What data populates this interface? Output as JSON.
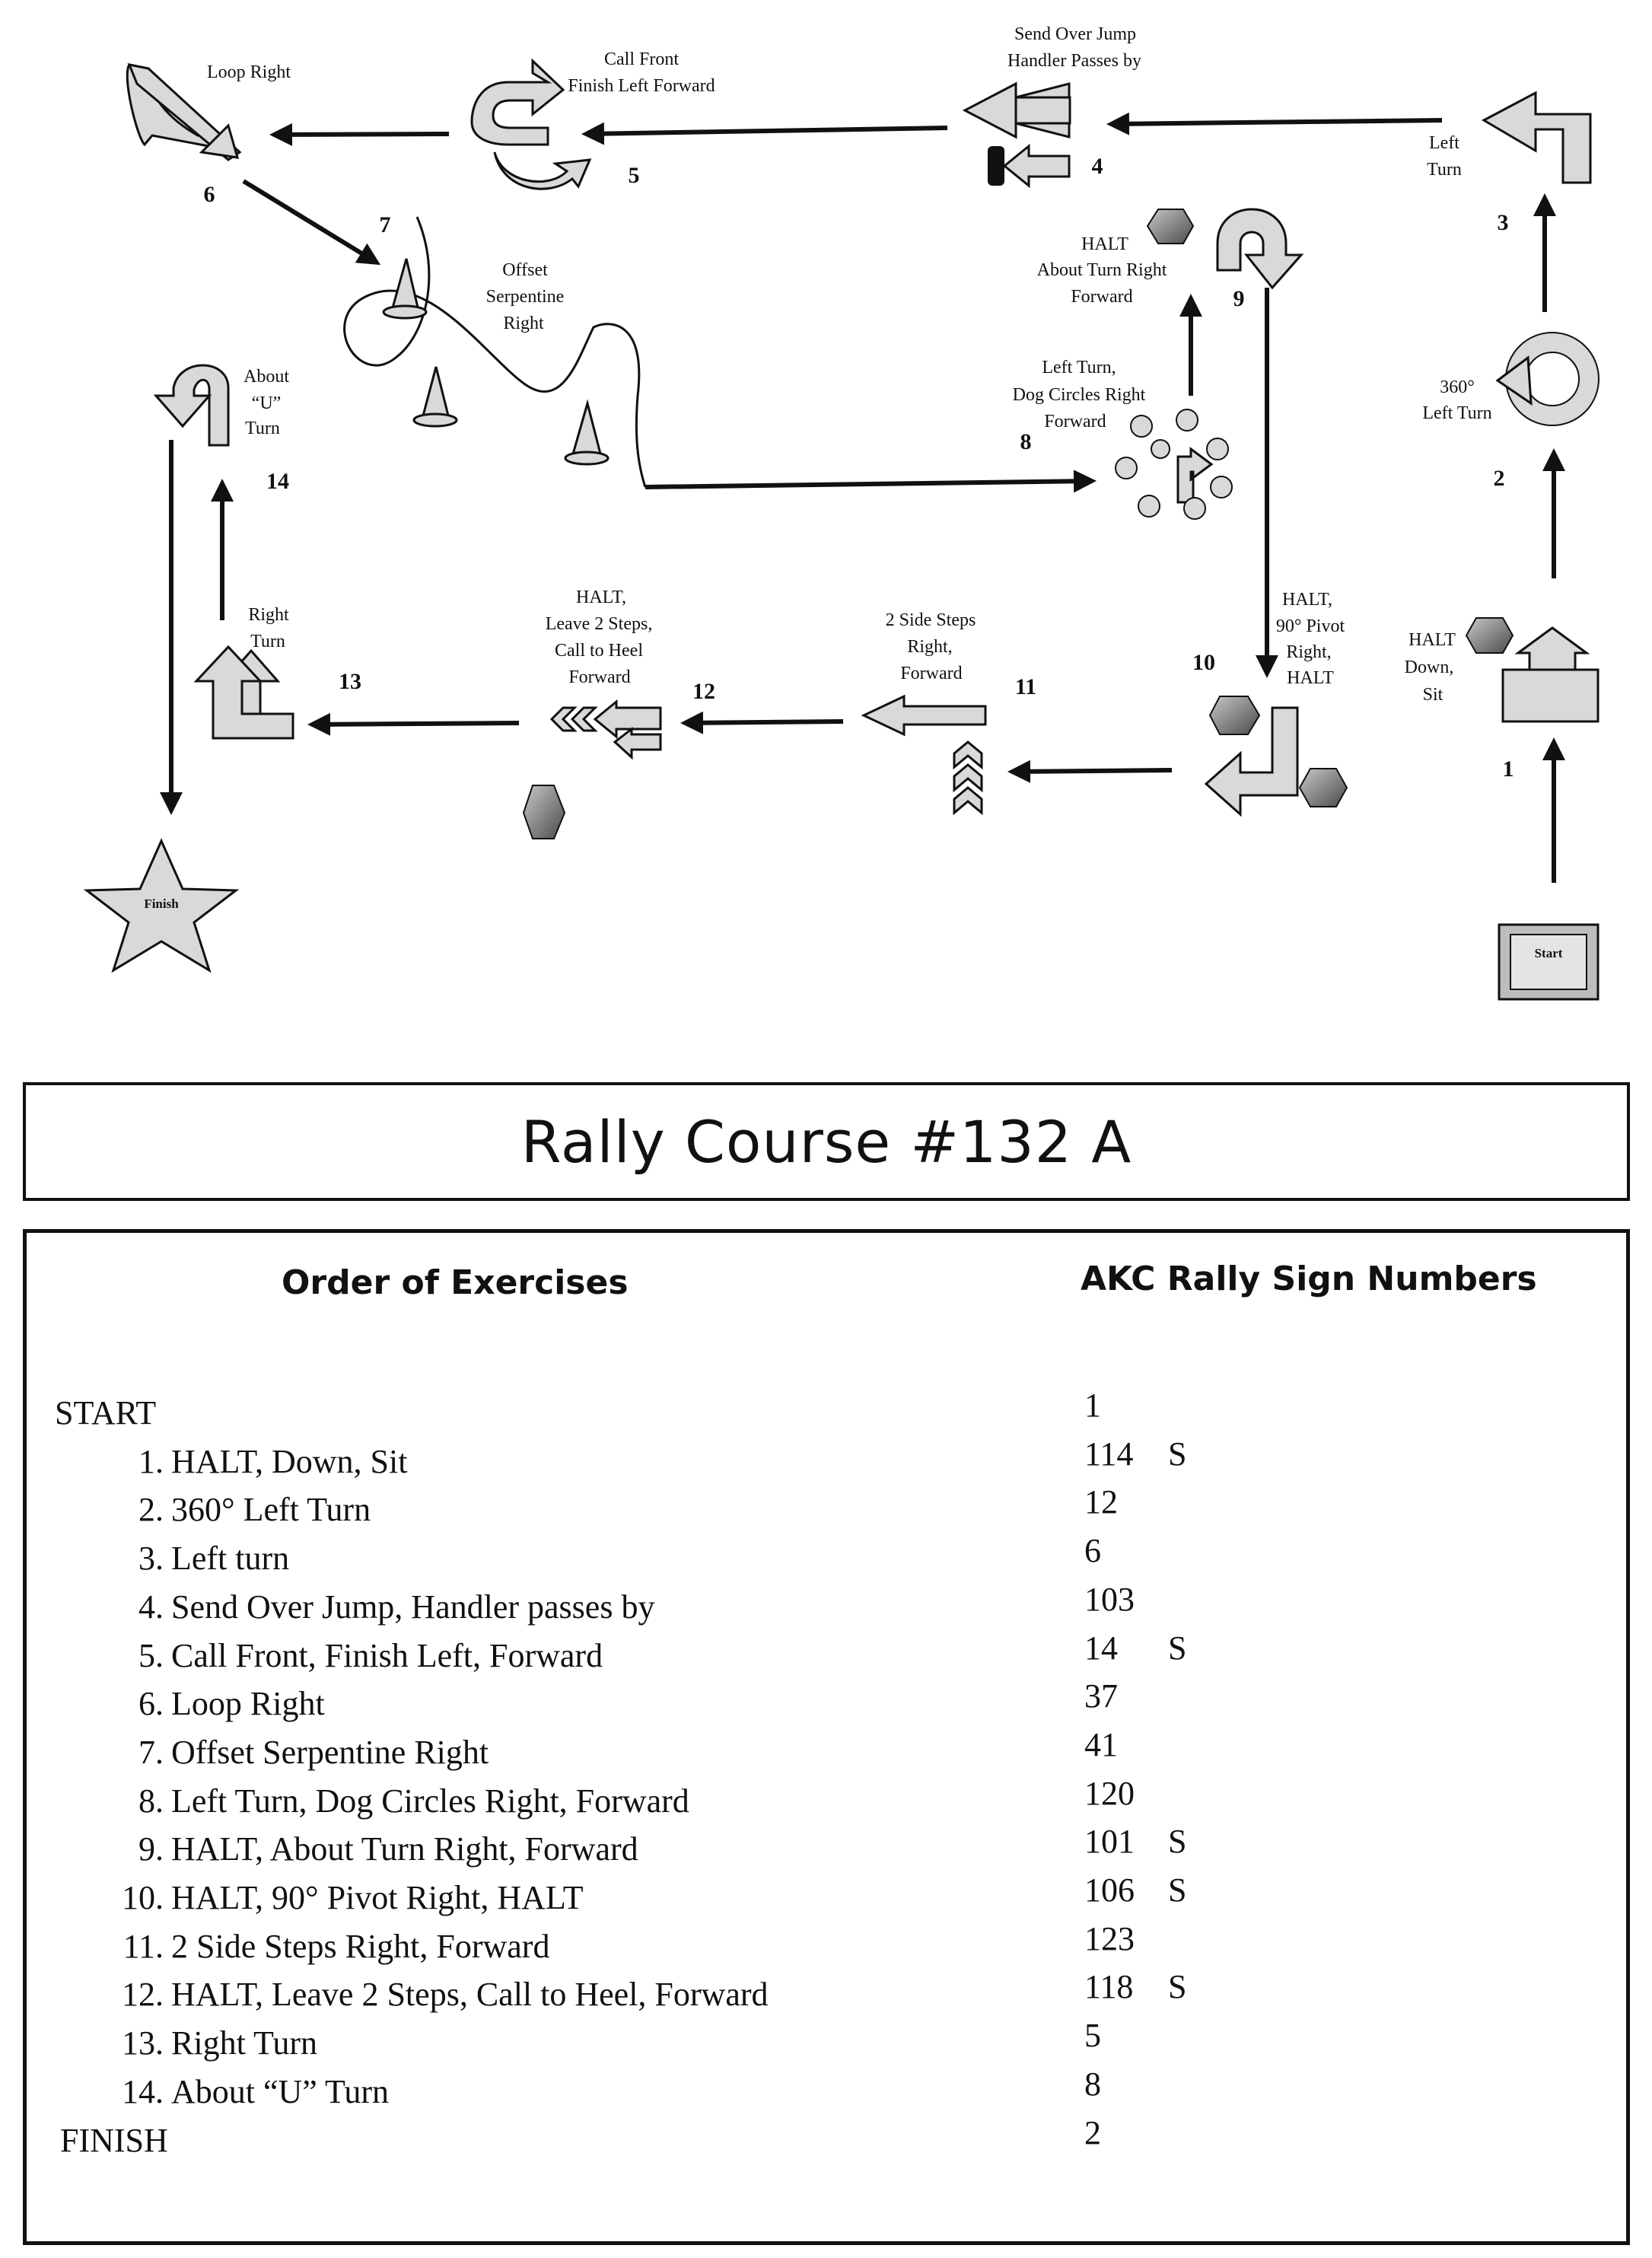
{
  "course": {
    "stations": {
      "start": {
        "sign_text": "Start"
      },
      "s1": {
        "number": "1",
        "label": [
          "HALT",
          "Down,",
          "Sit"
        ]
      },
      "s2": {
        "number": "2",
        "label": [
          "360°",
          "Left Turn"
        ]
      },
      "s3": {
        "number": "3",
        "label": [
          "Left",
          "Turn"
        ]
      },
      "s4": {
        "number": "4",
        "label": [
          "Send Over Jump",
          "Handler Passes by"
        ]
      },
      "s5": {
        "number": "5",
        "label": [
          "Call Front",
          "Finish Left Forward"
        ]
      },
      "s6": {
        "number": "6",
        "label": [
          "Loop Right"
        ]
      },
      "s7": {
        "number": "7",
        "label": [
          "Offset",
          "Serpentine",
          "Right"
        ]
      },
      "s8": {
        "number": "8",
        "label": [
          "Left Turn,",
          "Dog Circles Right",
          "Forward"
        ]
      },
      "s9": {
        "number": "9",
        "label": [
          "HALT",
          "About Turn Right",
          "Forward"
        ]
      },
      "s10": {
        "number": "10",
        "label": [
          "HALT,",
          "90° Pivot",
          "Right,",
          "HALT"
        ]
      },
      "s11": {
        "number": "11",
        "label": [
          "2 Side Steps",
          "Right,",
          "Forward"
        ]
      },
      "s12": {
        "number": "12",
        "label": [
          "HALT,",
          "Leave 2 Steps,",
          "Call to Heel",
          "Forward"
        ]
      },
      "s13": {
        "number": "13",
        "label": [
          "Right",
          "Turn"
        ]
      },
      "s14": {
        "number": "14",
        "label": [
          "About",
          "“U”",
          "Turn"
        ]
      },
      "finish": {
        "sign_text": "Finish"
      }
    },
    "colors": {
      "sign_fill": "#d9d9d9",
      "line": "#111111",
      "hex_fill": "#8a8a8a"
    }
  },
  "title": "Rally Course #132 A",
  "exercises": {
    "heading_left": "Order of Exercises",
    "heading_right": "AKC Rally Sign Numbers",
    "rows": [
      {
        "num": "",
        "text": "START",
        "sign": "1",
        "s": ""
      },
      {
        "num": "1.",
        "text": "HALT, Down, Sit",
        "sign": "114",
        "s": "S"
      },
      {
        "num": "2.",
        "text": "360° Left Turn",
        "sign": "12",
        "s": ""
      },
      {
        "num": "3.",
        "text": "Left turn",
        "sign": "6",
        "s": ""
      },
      {
        "num": "4.",
        "text": "Send Over Jump, Handler passes by",
        "sign": "103",
        "s": ""
      },
      {
        "num": "5.",
        "text": "Call Front, Finish Left, Forward",
        "sign": "14",
        "s": "S"
      },
      {
        "num": "6.",
        "text": "Loop Right",
        "sign": "37",
        "s": ""
      },
      {
        "num": "7.",
        "text": "Offset Serpentine Right",
        "sign": "41",
        "s": ""
      },
      {
        "num": "8.",
        "text": "Left Turn, Dog Circles Right, Forward",
        "sign": "120",
        "s": ""
      },
      {
        "num": "9.",
        "text": "HALT, About Turn Right, Forward",
        "sign": "101",
        "s": "S"
      },
      {
        "num": "10.",
        "text": "HALT, 90° Pivot Right, HALT",
        "sign": "106",
        "s": "S"
      },
      {
        "num": "11.",
        "text": "2 Side Steps Right, Forward",
        "sign": "123",
        "s": ""
      },
      {
        "num": "12.",
        "text": "HALT, Leave 2 Steps, Call to Heel, Forward",
        "sign": "118",
        "s": "S"
      },
      {
        "num": "13.",
        "text": "Right Turn",
        "sign": "5",
        "s": ""
      },
      {
        "num": "14.",
        "text": "About “U” Turn",
        "sign": "8",
        "s": ""
      },
      {
        "num": "",
        "text": "FINISH",
        "sign": "2",
        "s": ""
      }
    ]
  }
}
